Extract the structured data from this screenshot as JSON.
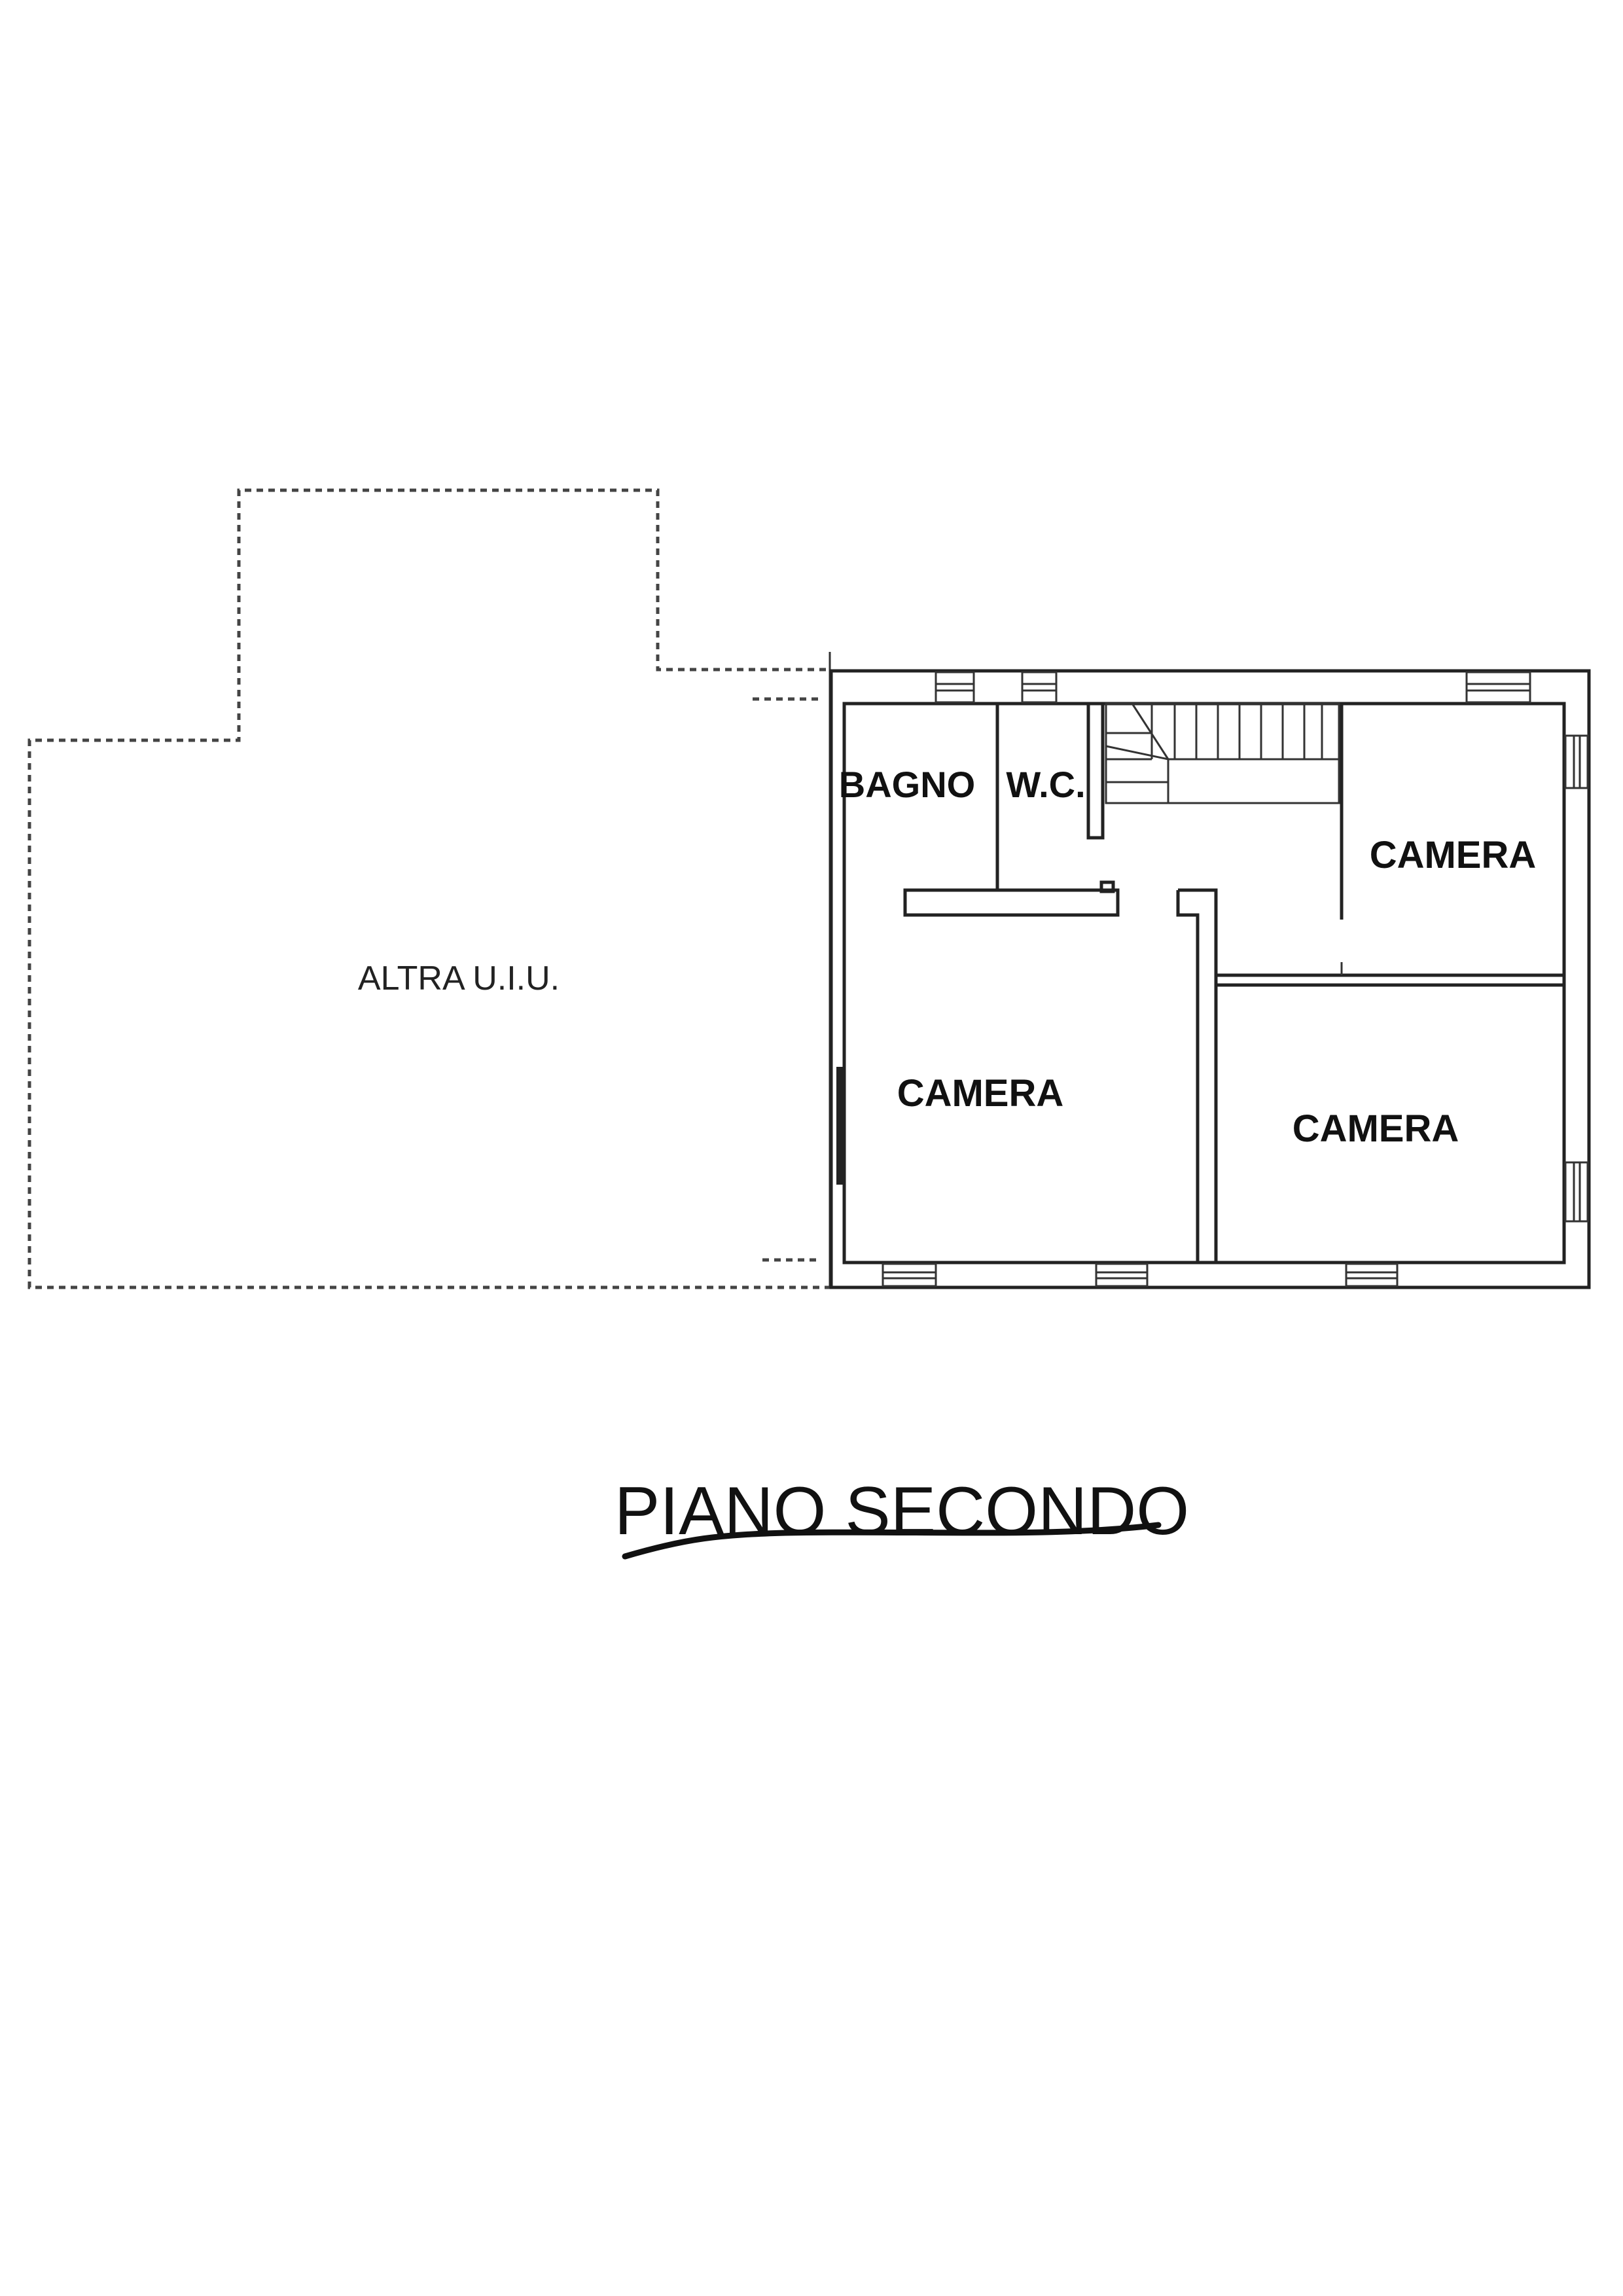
{
  "plan": {
    "title": "PIANO SECONDO",
    "other_unit_label": "ALTRA U.I.U.",
    "rooms": [
      {
        "label": "BAGNO"
      },
      {
        "label": "W.C."
      },
      {
        "label": "CAMERA"
      },
      {
        "label": "CAMERA"
      },
      {
        "label": "CAMERA"
      }
    ]
  },
  "colors": {
    "ink": "#111111",
    "paper": "#ffffff"
  }
}
